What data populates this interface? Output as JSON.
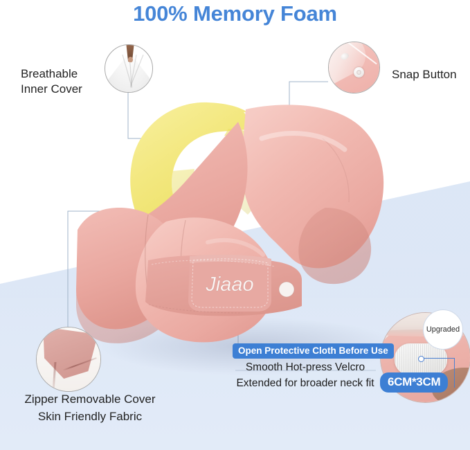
{
  "title": "100% Memory Foam",
  "brand": "Jiaao",
  "colors": {
    "accent_blue": "#3d7fd4",
    "title_blue": "#4585d7",
    "background_blue": "#dbe6f6",
    "pillow_pink": "#eeb0a9",
    "foam_yellow": "#f2e87a"
  },
  "callouts": {
    "breathable": {
      "label": "Breathable\nInner Cover",
      "icon": "fabric-hand-icon"
    },
    "snap": {
      "label": "Snap Button",
      "icon": "snap-button-icon"
    },
    "zipper": {
      "label": "Zipper Removable Cover\nSkin Friendly Fabric",
      "icon": "zipper-fabric-icon"
    },
    "velcro": {
      "banner": "Open Protective Cloth Before Use",
      "line1": "Smooth Hot-press Velcro",
      "line2": "Extended for broader neck fit",
      "badge_upgraded": "Upgraded",
      "badge_size": "6CM*3CM"
    }
  }
}
